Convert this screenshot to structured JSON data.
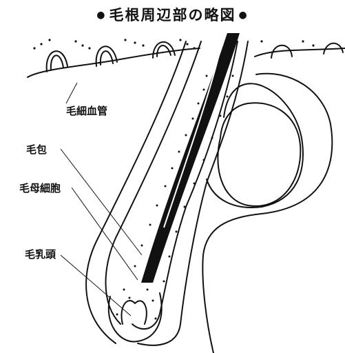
{
  "title": "毛根周辺部の略図",
  "title_bullet": "●",
  "labels": {
    "capillary": "毛細血管",
    "follicle": "毛包",
    "matrix_cell": "毛母細胞",
    "papilla": "毛乳頭"
  }
}
